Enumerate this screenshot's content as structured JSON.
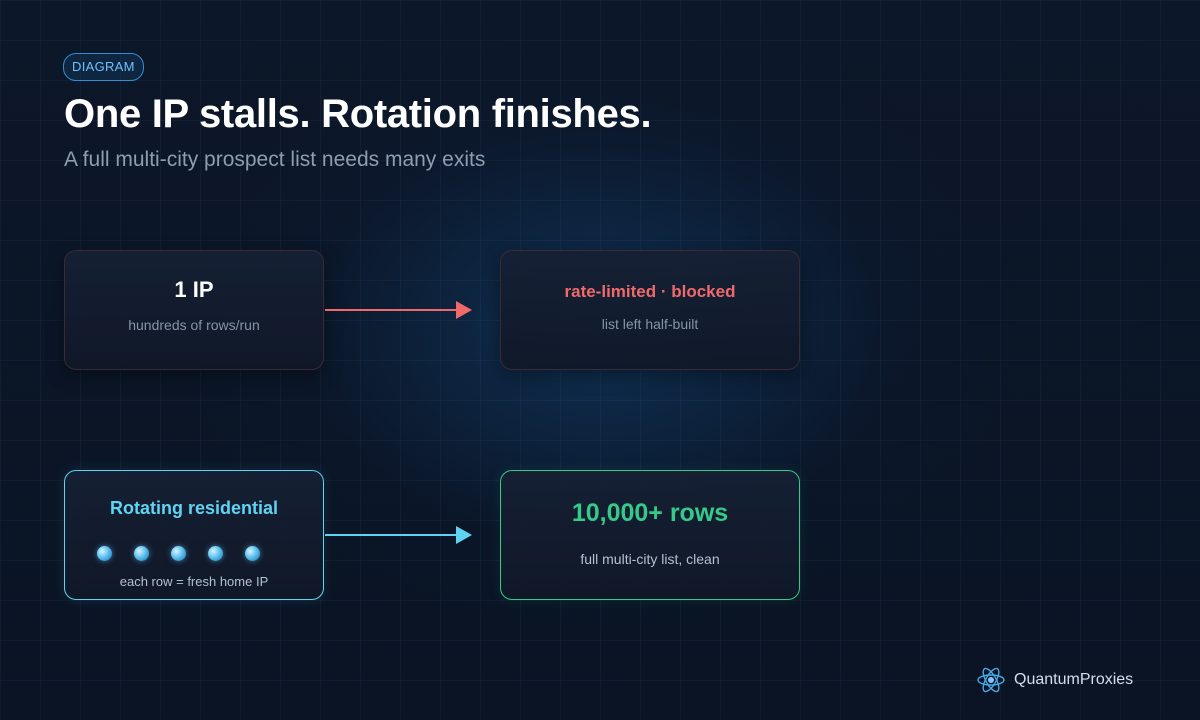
{
  "header": {
    "tag": "DIAGRAM",
    "title": "One IP stalls. Rotation finishes.",
    "subtitle": "A full multi-city prospect list needs many exits"
  },
  "flows": {
    "single_ip": {
      "source": {
        "title": "1 IP",
        "caption": "hundreds of rows/run"
      },
      "result": {
        "title": "rate-limited · blocked",
        "caption": "list left half-built"
      }
    },
    "rotating": {
      "source": {
        "title": "Rotating residential",
        "caption": "each row = fresh home IP",
        "ip_dot_count": 5
      },
      "result": {
        "title": "10,000+ rows",
        "caption": "full multi-city list, clean"
      }
    }
  },
  "brand": {
    "name": "QuantumProxies",
    "icon": "atom-icon"
  },
  "colors": {
    "background": "#0b1526",
    "accent_blue": "#6fc0ff",
    "blocked_red": "#f06a6a",
    "rotating_cyan": "#5fd4f2",
    "success_green": "#35c98a"
  }
}
